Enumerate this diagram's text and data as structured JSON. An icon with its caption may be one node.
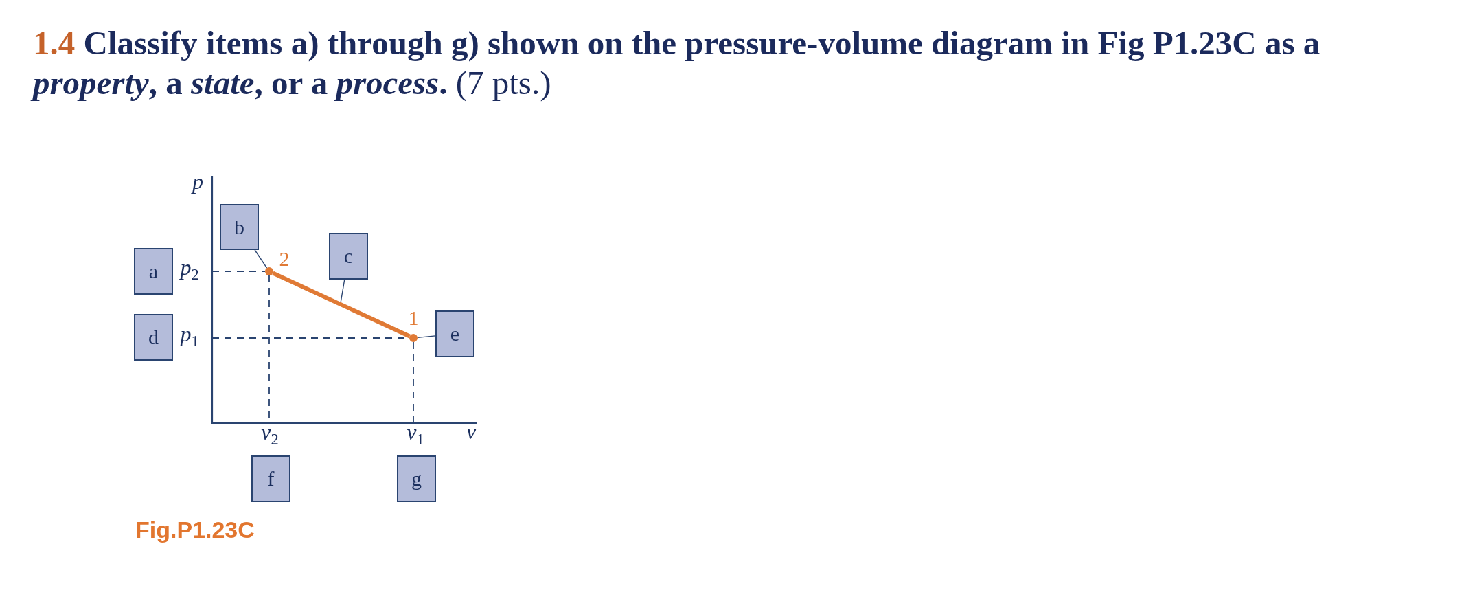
{
  "diagram": {
    "title": "**1.4** **Classify items a) through g) shown on the pressure-volume diagram in Fig P1.23C as a *property*, a *state*, or a *process*.** (7 pts.)",
    "caption": "Fig.P1.23C",
    "nodes": [
      {
        "text": [
          "a"
        ]
      },
      {
        "text": [
          "b"
        ]
      },
      {
        "text": [
          "c"
        ]
      },
      {
        "text": [
          "d"
        ]
      },
      {
        "text": [
          "e"
        ]
      },
      {
        "text": [
          "f"
        ]
      },
      {
        "text": [
          "g"
        ]
      },
      {
        "text": [],
        "shape": "circle",
        "beside": [
          "2"
        ]
      },
      {
        "text": [],
        "shape": "circle",
        "beside": [
          "1"
        ]
      }
    ],
    "edges": [
      {
        "from": 1,
        "to": 7,
        "arrow": "none"
      },
      {
        "from": 2,
        "to": null,
        "arrow": "none"
      },
      {
        "from": 4,
        "to": 8,
        "arrow": "none"
      },
      {
        "from": 7,
        "to": 8,
        "arrow": "none",
        "style": "thick",
        "color": "#e07a35"
      }
    ],
    "labels": [
      "p",
      "p$_{2}$",
      "p$_{1}$",
      "v$_{2}$",
      "v$_{1}$",
      "v"
    ]
  }
}
